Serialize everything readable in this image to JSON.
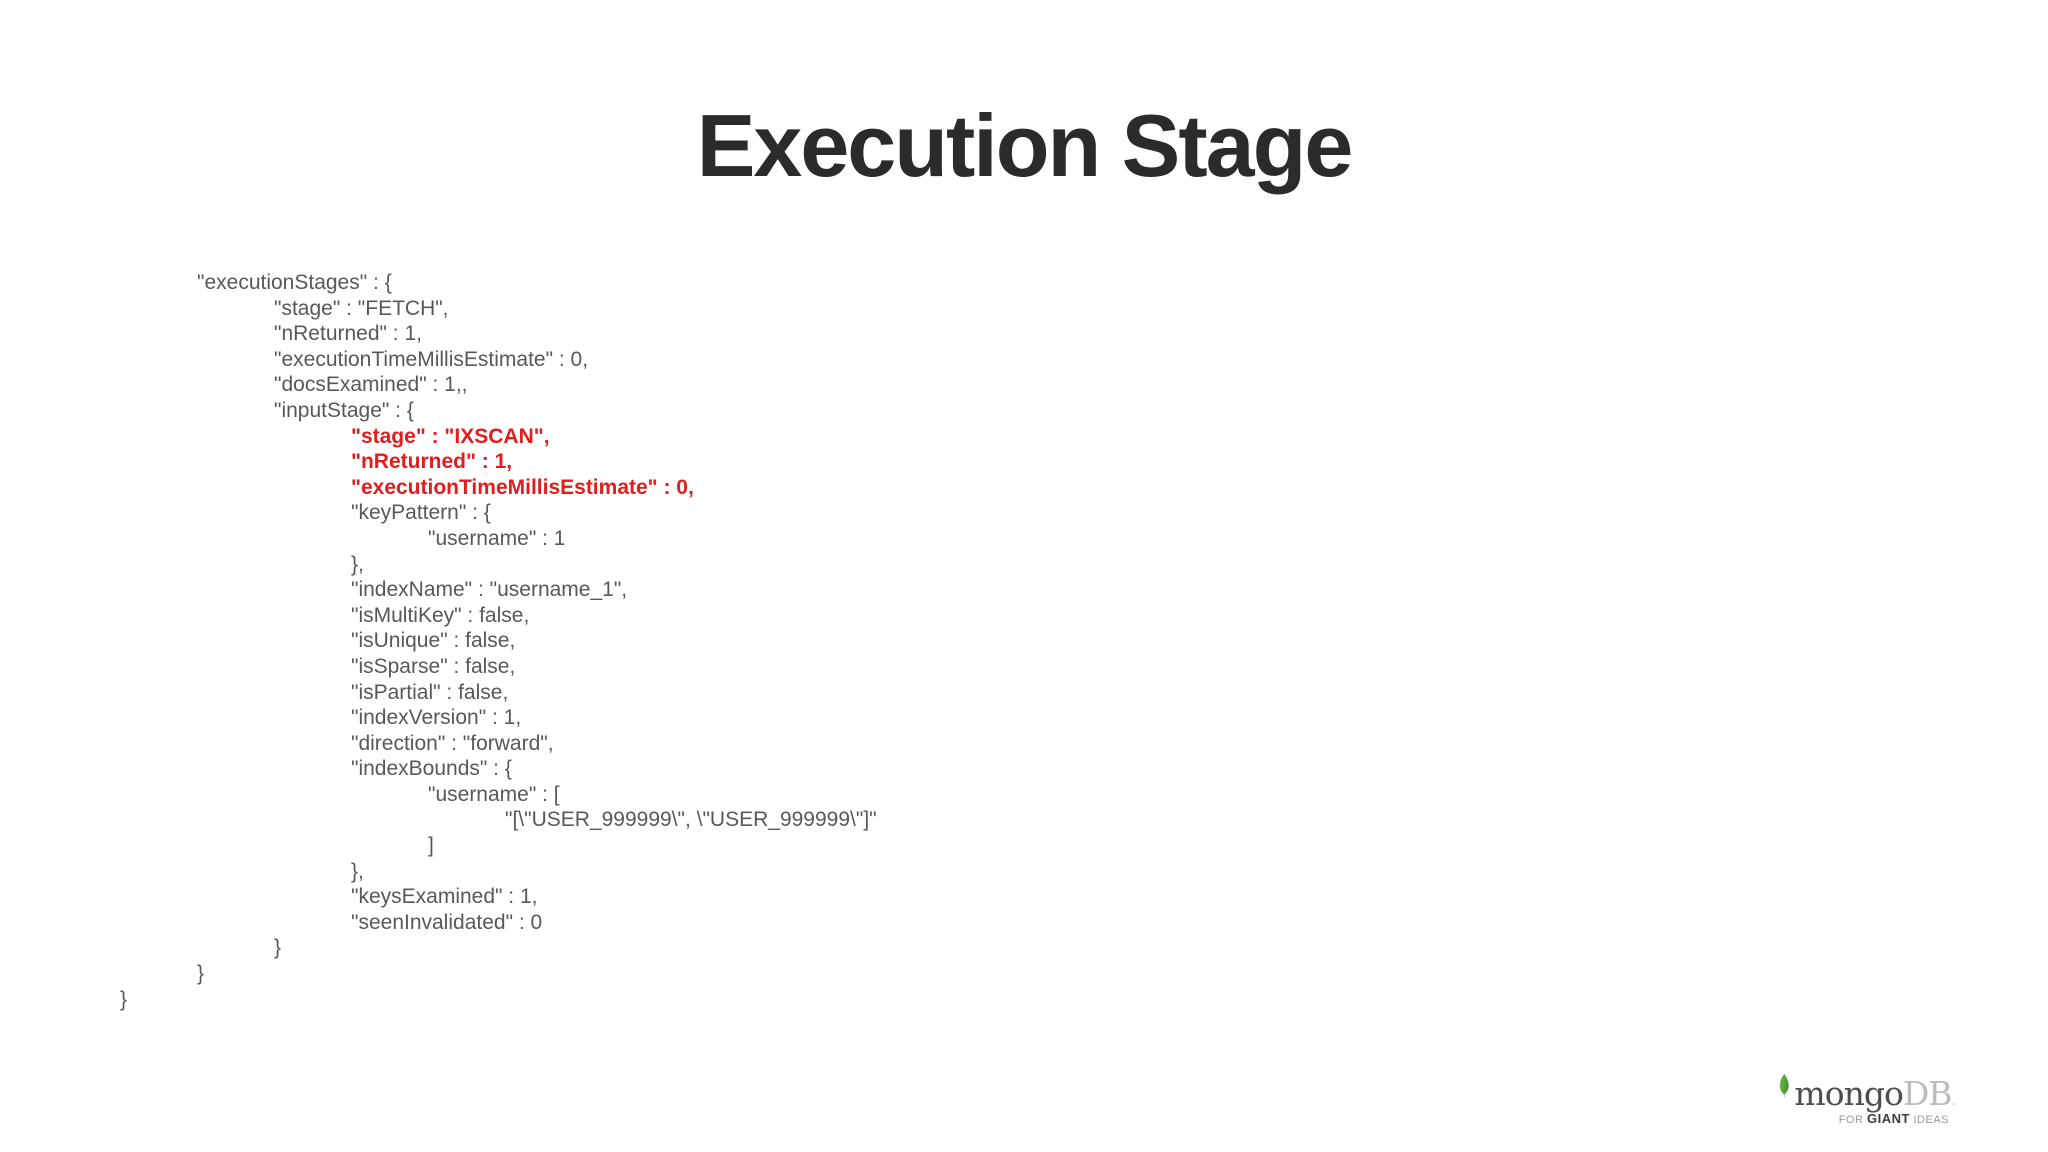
{
  "slide": {
    "title": "Execution Stage",
    "background_color": "#ffffff",
    "title_color": "#2b2b2b"
  },
  "code": {
    "text_color": "#58585a",
    "highlight_color": "#e11d1d",
    "lines": [
      {
        "indent": 1,
        "text": "\"executionStages\" : {",
        "highlight": false
      },
      {
        "indent": 2,
        "text": "\"stage\" : \"FETCH\",",
        "highlight": false
      },
      {
        "indent": 2,
        "text": "\"nReturned\" : 1,",
        "highlight": false
      },
      {
        "indent": 2,
        "text": "\"executionTimeMillisEstimate\" : 0,",
        "highlight": false
      },
      {
        "indent": 2,
        "text": "\"docsExamined\" : 1,,",
        "highlight": false
      },
      {
        "indent": 2,
        "text": "\"inputStage\" : {",
        "highlight": false
      },
      {
        "indent": 3,
        "text": "\"stage\" : \"IXSCAN\",",
        "highlight": true
      },
      {
        "indent": 3,
        "text": "\"nReturned\" : 1,",
        "highlight": true
      },
      {
        "indent": 3,
        "text": "\"executionTimeMillisEstimate\" : 0,",
        "highlight": true
      },
      {
        "indent": 3,
        "text": "\"keyPattern\" : {",
        "highlight": false
      },
      {
        "indent": 4,
        "text": "\"username\" : 1",
        "highlight": false
      },
      {
        "indent": 3,
        "text": "},",
        "highlight": false
      },
      {
        "indent": 3,
        "text": "\"indexName\" : \"username_1\",",
        "highlight": false
      },
      {
        "indent": 3,
        "text": "\"isMultiKey\" : false,",
        "highlight": false
      },
      {
        "indent": 3,
        "text": "\"isUnique\" : false,",
        "highlight": false
      },
      {
        "indent": 3,
        "text": "\"isSparse\" : false,",
        "highlight": false
      },
      {
        "indent": 3,
        "text": "\"isPartial\" : false,",
        "highlight": false
      },
      {
        "indent": 3,
        "text": "\"indexVersion\" : 1,",
        "highlight": false
      },
      {
        "indent": 3,
        "text": "\"direction\" : \"forward\",",
        "highlight": false
      },
      {
        "indent": 3,
        "text": "\"indexBounds\" : {",
        "highlight": false
      },
      {
        "indent": 4,
        "text": "\"username\" : [",
        "highlight": false
      },
      {
        "indent": 5,
        "text": "\"[\\\"USER_999999\\\", \\\"USER_999999\\\"]\"",
        "highlight": false
      },
      {
        "indent": 4,
        "text": "]",
        "highlight": false
      },
      {
        "indent": 3,
        "text": "},",
        "highlight": false
      },
      {
        "indent": 3,
        "text": "\"keysExamined\" : 1,",
        "highlight": false
      },
      {
        "indent": 3,
        "text": "\"seenInvalidated\" : 0",
        "highlight": false
      },
      {
        "indent": 2,
        "text": "}",
        "highlight": false
      },
      {
        "indent": 1,
        "text": "}",
        "highlight": false
      },
      {
        "indent": 0,
        "text": "}",
        "highlight": false
      }
    ]
  },
  "logo": {
    "brand_primary": "mongo",
    "brand_secondary": "DB",
    "brand_mark": ".",
    "tagline_pre": "FOR ",
    "tagline_emph": "GIANT",
    "tagline_post": " IDEAS",
    "leaf_color_light": "#6cb24a",
    "leaf_color_dark": "#459136"
  }
}
